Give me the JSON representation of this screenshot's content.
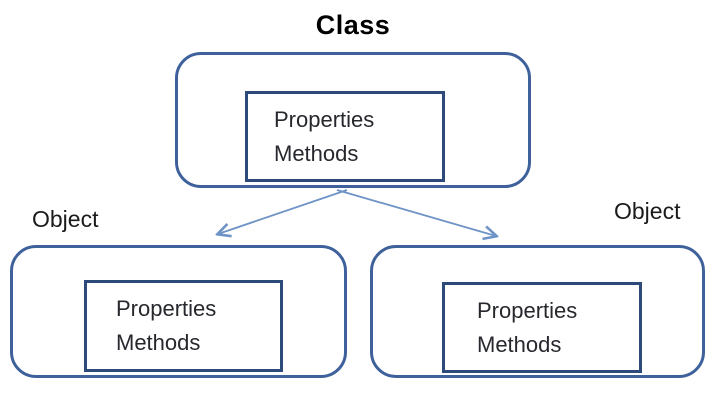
{
  "title": "Class",
  "class_node": {
    "properties": "Properties",
    "methods": "Methods"
  },
  "objects": [
    {
      "label": "Object",
      "properties": "Properties",
      "methods": "Methods"
    },
    {
      "label": "Object",
      "properties": "Properties",
      "methods": "Methods"
    }
  ],
  "colors": {
    "box_border": "#3f619b",
    "inner_box_border": "#2d4a7a",
    "arrow": "#6e93c6",
    "title_text": "#000000",
    "label_text": "#1b1b1b",
    "member_text": "#26282e",
    "background": "#ffffff"
  }
}
